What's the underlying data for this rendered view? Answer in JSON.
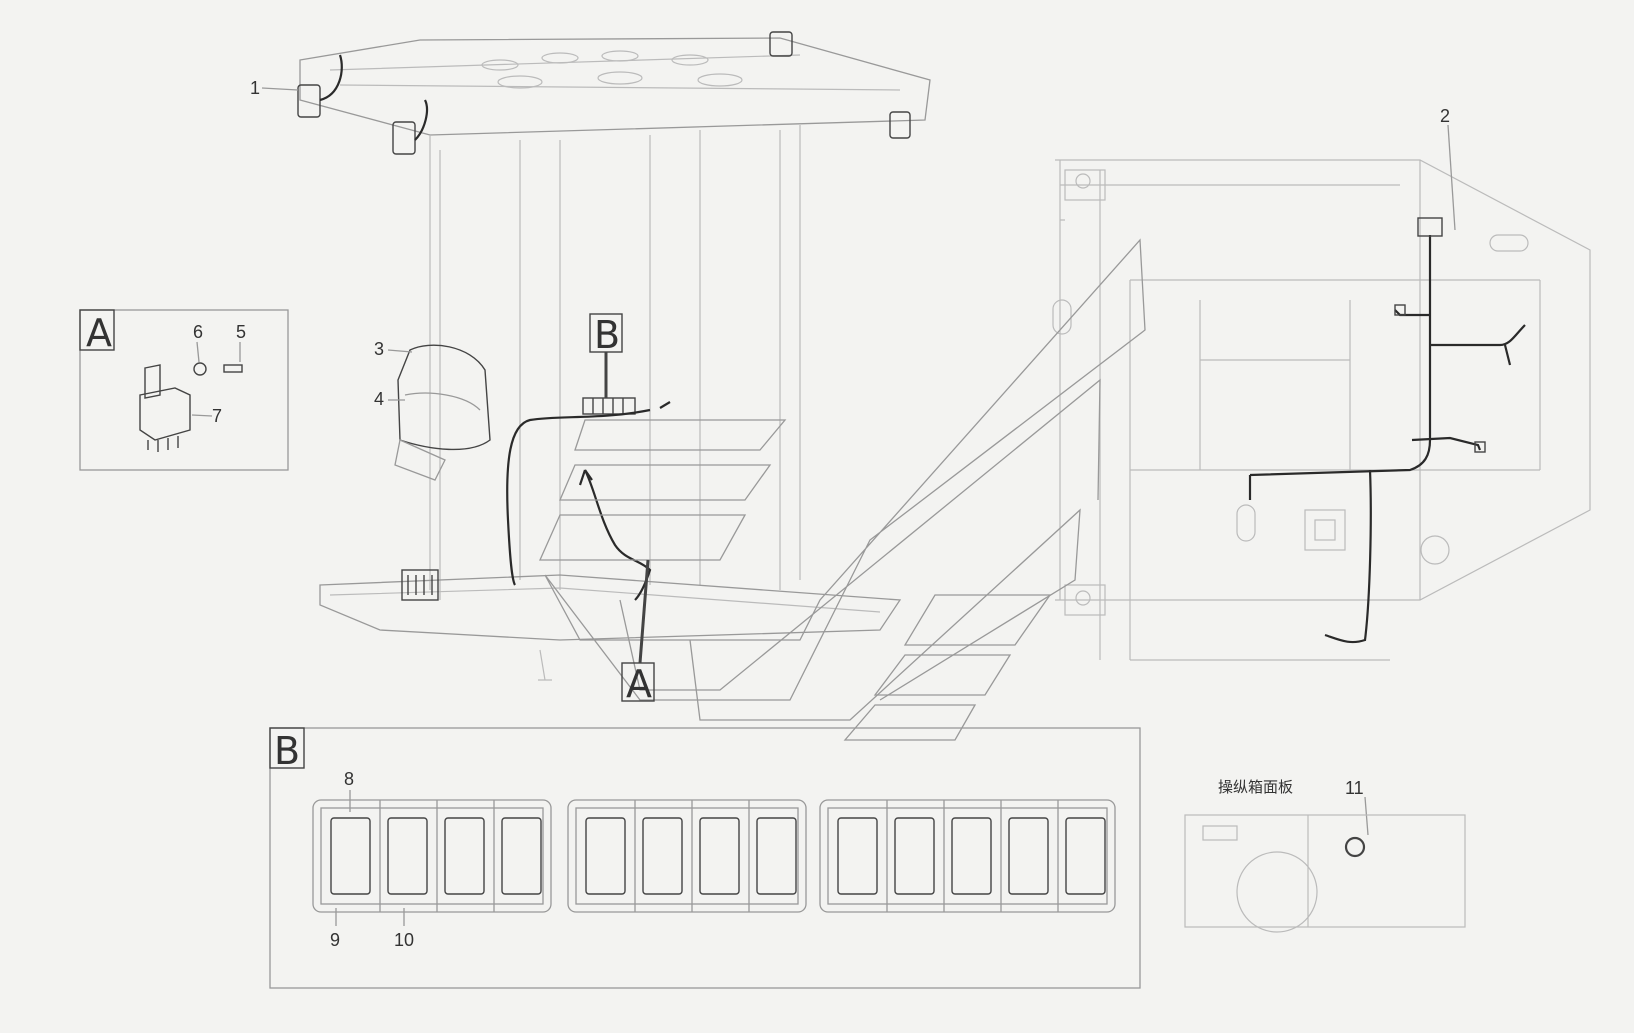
{
  "callouts": {
    "c1": "1",
    "c2": "2",
    "c3": "3",
    "c4": "4",
    "c5": "5",
    "c6": "6",
    "c7": "7",
    "c8": "8",
    "c9": "9",
    "c10": "10",
    "c11": "11"
  },
  "views": {
    "detail_a_box": "A",
    "detail_b_box": "B",
    "flag_b": "B",
    "flag_a": "A"
  },
  "panel_label": "操纵箱面板",
  "switch_groups": [
    {
      "count": 4
    },
    {
      "count": 4
    },
    {
      "count": 5
    }
  ]
}
